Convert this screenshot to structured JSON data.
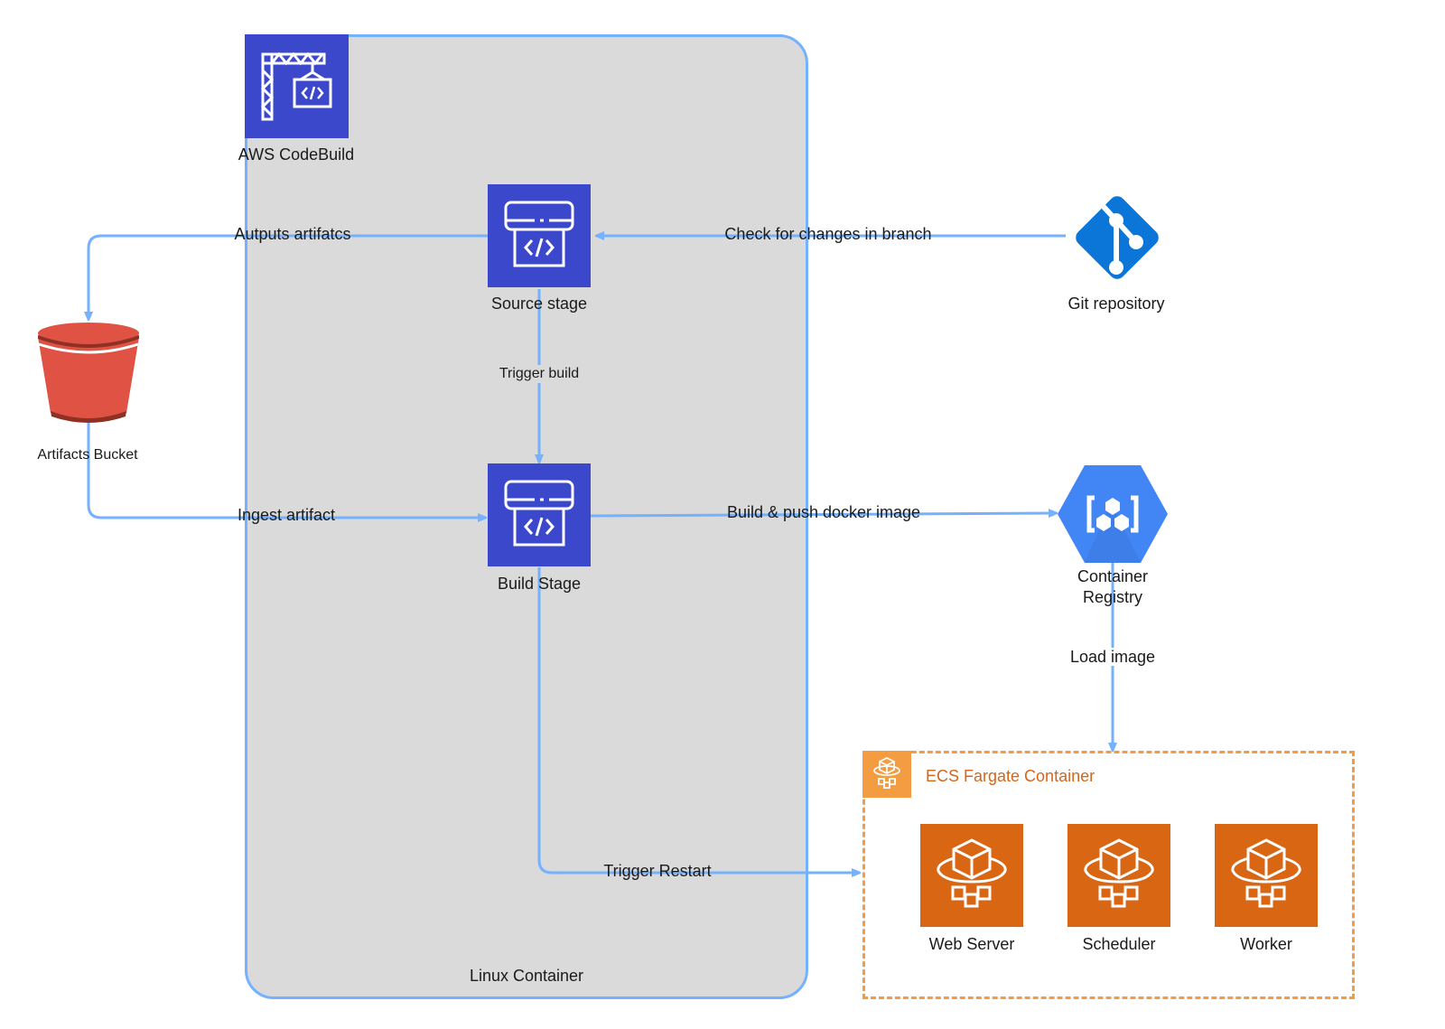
{
  "colors": {
    "codebuild_blue": "#3b48cc",
    "connector": "#74b1ff",
    "container_gray": "#dadada",
    "git_blue": "#0b75d8",
    "gcr_blue": "#4285f4",
    "bucket_red": "#e05243",
    "ecs_orange": "#d86613",
    "ecs_dashed": "#f49c42"
  },
  "nodes": {
    "codebuild": {
      "label": "AWS CodeBuild",
      "icon": "codebuild-crane-icon"
    },
    "source_stage": {
      "label": "Source  stage",
      "icon": "codebuild-stage-icon"
    },
    "build_stage": {
      "label": "Build  Stage",
      "icon": "codebuild-stage-icon"
    },
    "git_repo": {
      "label": "Git repository",
      "icon": "git-icon"
    },
    "artifacts_bucket": {
      "label": "Artifacts Bucket",
      "icon": "s3-bucket-icon"
    },
    "container_registry": {
      "label_line1": "Container",
      "label_line2": "Registry",
      "icon": "container-registry-icon"
    },
    "linux_container": {
      "label": "Linux Container"
    },
    "ecs_group": {
      "label": "ECS Fargate Container",
      "icon": "fargate-icon"
    },
    "web_server": {
      "label": "Web Server",
      "icon": "fargate-icon"
    },
    "scheduler": {
      "label": "Scheduler",
      "icon": "fargate-icon"
    },
    "worker": {
      "label": "Worker",
      "icon": "fargate-icon"
    }
  },
  "edges": {
    "outputs_artifacts": "Autputs artifatcs",
    "check_changes": "Check for changes in branch",
    "trigger_build": "Trigger build",
    "ingest_artifact": "Ingest artifact",
    "build_push": "Build & push docker image",
    "load_image": "Load image",
    "trigger_restart": "Trigger  Restart"
  }
}
